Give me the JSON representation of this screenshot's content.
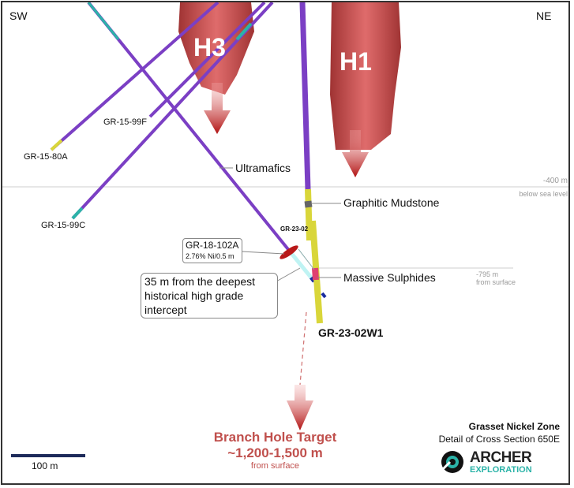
{
  "directions": {
    "left": "SW",
    "right": "NE"
  },
  "zones": {
    "h3": "H3",
    "h1": "H1"
  },
  "holes": {
    "gr_15_80a": "GR-15-80A",
    "gr_15_99f": "GR-15-99F",
    "gr_15_99c": "GR-15-99C",
    "gr_23_02": "GR-23-02",
    "gr_23_02w1": "GR-23-02W1"
  },
  "lithology": {
    "ultramafics": "Ultramafics",
    "graphitic_mudstone": "Graphitic Mudstone",
    "massive_sulphides": "Massive Sulphides"
  },
  "depth_marks": {
    "sea_level_value": "-400 m",
    "sea_level_note": "below sea level",
    "surface_value": "-795 m",
    "surface_note": "from surface"
  },
  "callouts": {
    "intercept_hole": "GR-18-102A",
    "intercept_grade": "2.76% Ni/0.5 m",
    "distance_note": "35 m from the deepest historical high grade intercept"
  },
  "target": {
    "title": "Branch Hole Target",
    "range": "~1,200-1,500 m",
    "note": "from surface"
  },
  "scale_bar": {
    "label": "100 m"
  },
  "caption": {
    "title": "Grasset Nickel Zone",
    "subtitle": "Detail of Cross Section 650E"
  },
  "logo": {
    "name": "ARCHER",
    "sub": "EXPLORATION"
  },
  "colors": {
    "ore_body": "#b51818",
    "drill_purple": "#7b3fc4",
    "yellow": "#d9d63a",
    "teal": "#2bb3a8",
    "target_text": "#c0504d"
  }
}
